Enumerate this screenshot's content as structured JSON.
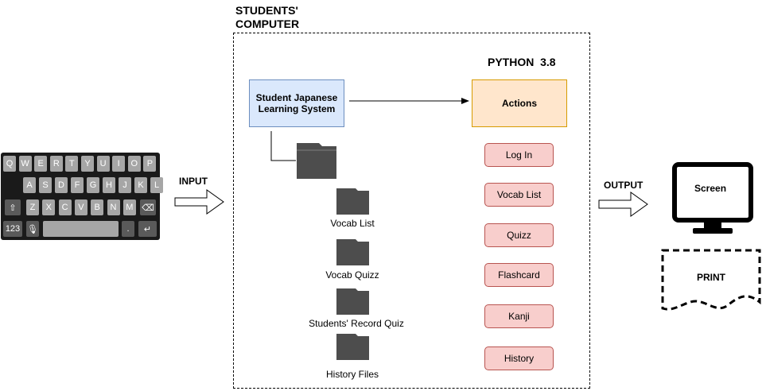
{
  "computer": {
    "title_line1": "STUDENTS'",
    "title_line2": "COMPUTER",
    "runtime": "PYTHON  3.8"
  },
  "system_box": {
    "line1": "Student Japanese",
    "line2": "Learning System"
  },
  "actions_box": {
    "label": "Actions"
  },
  "actions": [
    {
      "label": "Log In"
    },
    {
      "label": "Vocab List"
    },
    {
      "label": "Quizz"
    },
    {
      "label": "Flashcard"
    },
    {
      "label": "Kanji"
    },
    {
      "label": "History"
    }
  ],
  "folders": [
    {
      "label": "Vocab List"
    },
    {
      "label": "Vocab Quizz"
    },
    {
      "label": "Students' Record Quiz"
    },
    {
      "label": "History Files"
    }
  ],
  "input": {
    "label": "INPUT"
  },
  "output": {
    "label": "OUTPUT"
  },
  "screen": {
    "label": "Screen"
  },
  "print": {
    "label": "PRINT"
  },
  "keyboard": {
    "row1": [
      "Q",
      "W",
      "E",
      "R",
      "T",
      "Y",
      "U",
      "I",
      "O",
      "P"
    ],
    "row2": [
      "A",
      "S",
      "D",
      "F",
      "G",
      "H",
      "J",
      "K",
      "L"
    ],
    "row3": [
      "Z",
      "X",
      "C",
      "V",
      "B",
      "N",
      "M"
    ],
    "numbers_key": "123",
    "period_key": "."
  },
  "colors": {
    "system_fill": "#dae8fc",
    "system_stroke": "#6c8ebf",
    "actions_fill": "#ffe6cc",
    "actions_stroke": "#d79b00",
    "action_btn_fill": "#f8cecc",
    "action_btn_stroke": "#b85450",
    "folder": "#4d4d4d"
  }
}
